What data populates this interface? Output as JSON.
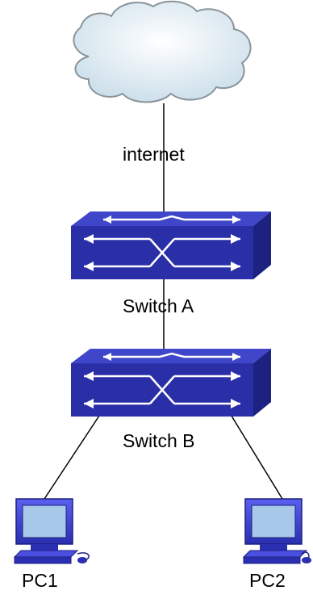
{
  "labels": {
    "internet": "internet",
    "switch_a": "Switch A",
    "switch_b": "Switch B",
    "pc1": "PC1",
    "pc2": "PC2"
  },
  "colors": {
    "switch_face": "#2a2fa8",
    "switch_top": "#3f46c9",
    "switch_side": "#1d2180",
    "arrow": "#ffffff",
    "cloud_fill": "#dbe9f2",
    "cloud_stroke": "#8a949a",
    "pc_body": "#3b3fd0",
    "pc_screen": "#a7c8e8",
    "line": "#000000"
  },
  "icons": [
    "cloud-icon",
    "switch-icon",
    "pc-icon"
  ]
}
